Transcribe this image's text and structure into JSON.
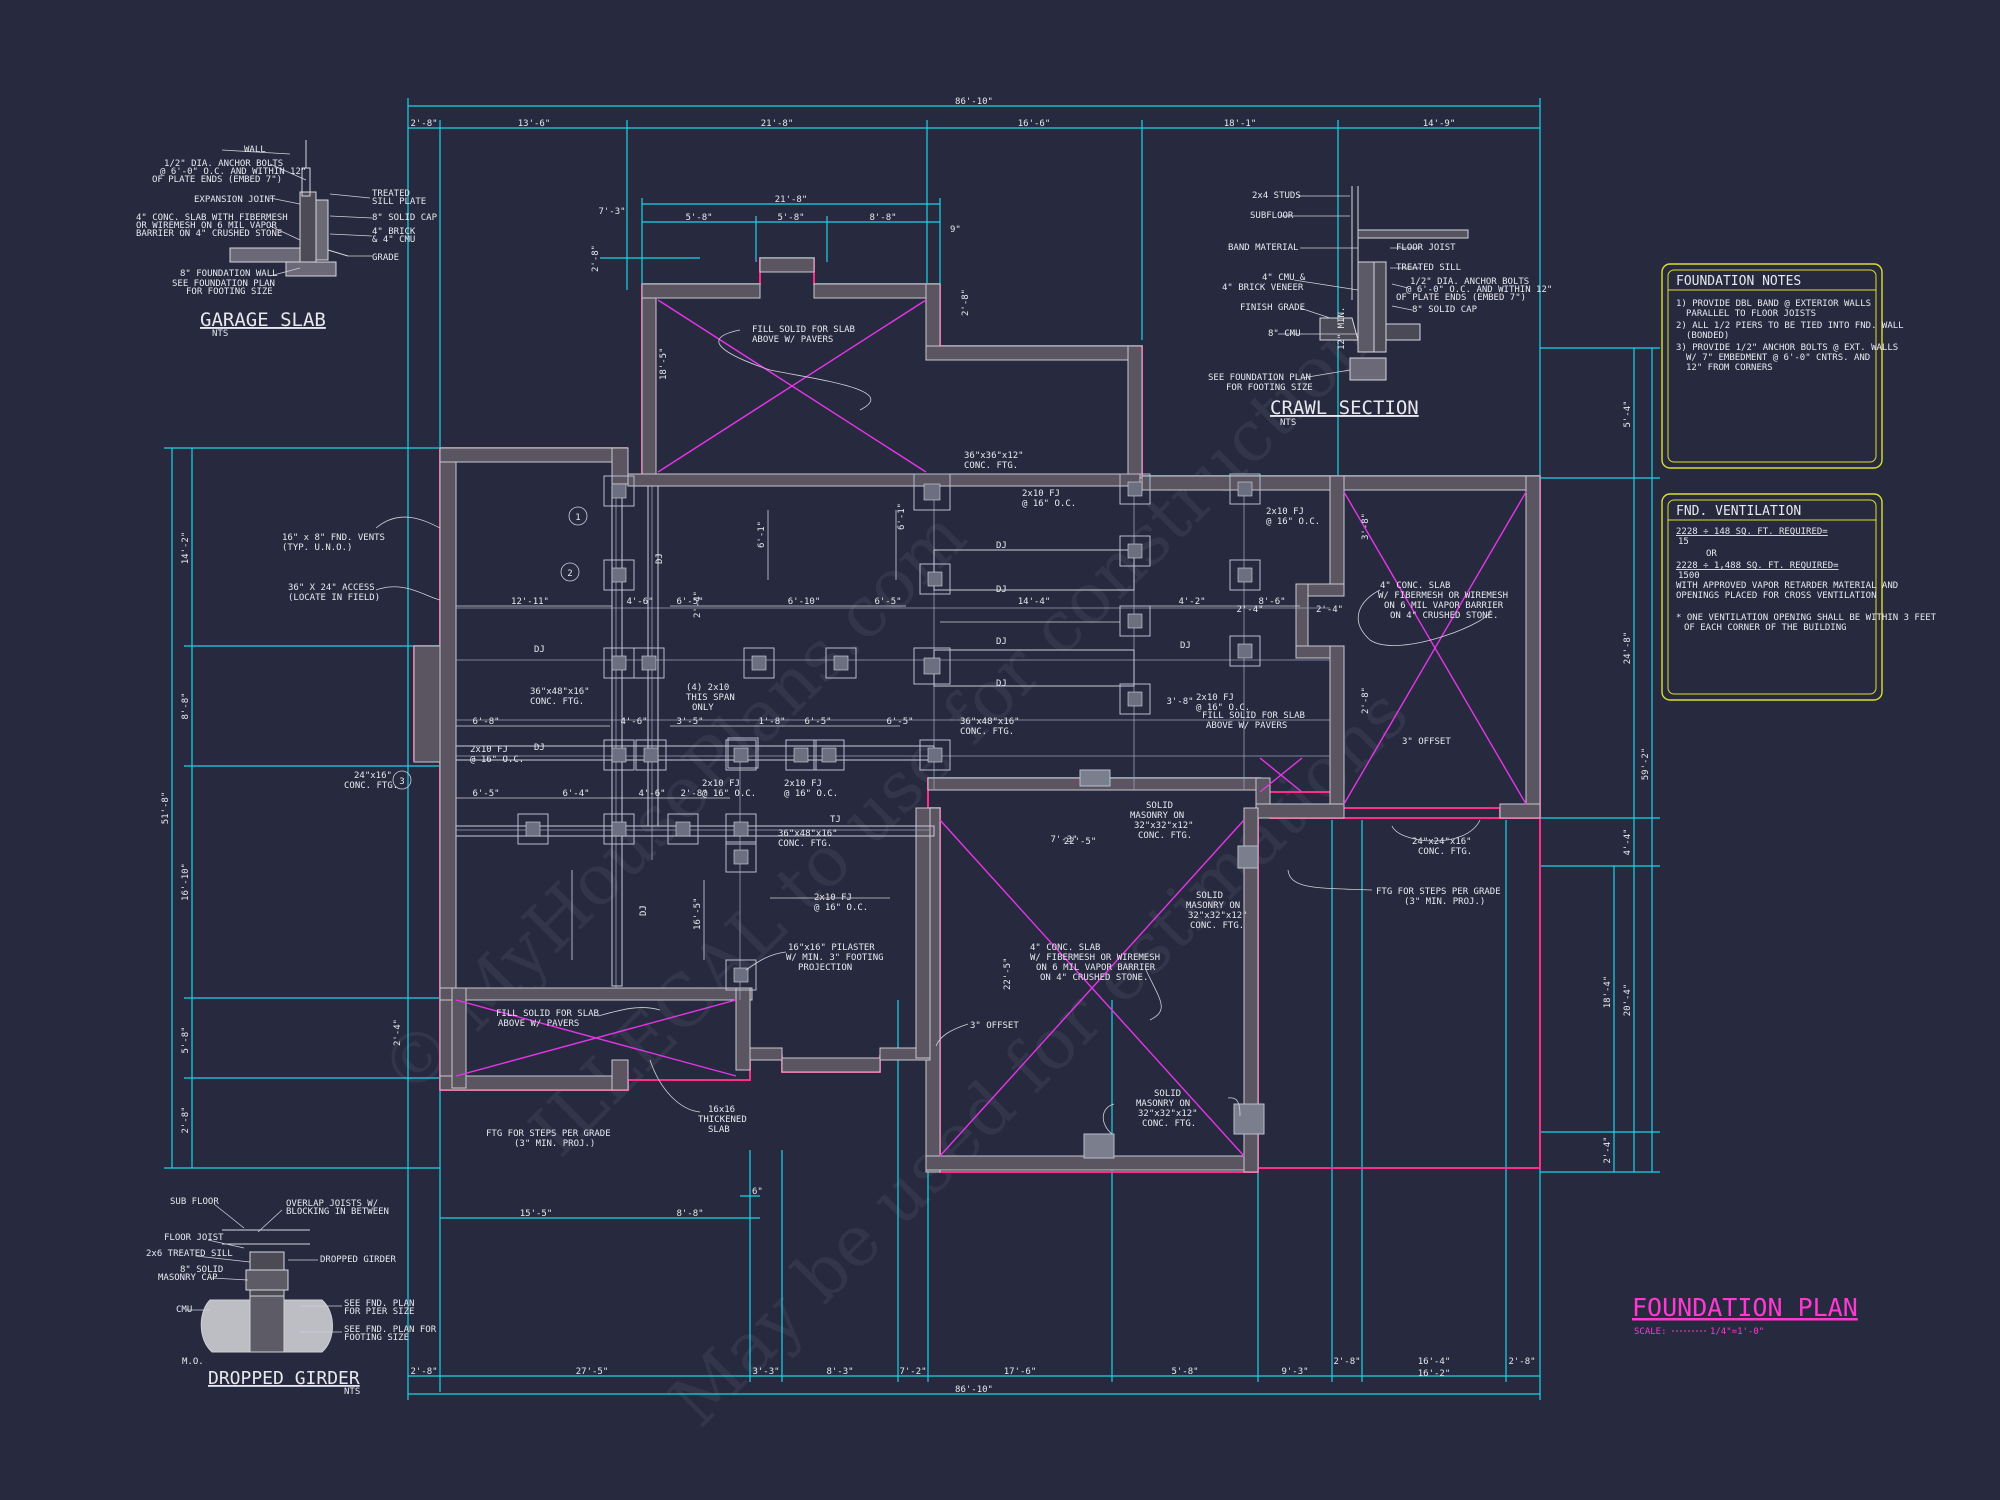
{
  "title": {
    "main": "FOUNDATION PLAN",
    "scale_label": "SCALE:",
    "scale_value": "1/4\"=1'-0\""
  },
  "watermark": [
    "© MyHousePlans.com",
    "ILLEGAL to use for construction",
    "May be used for estimations"
  ],
  "dims_top": {
    "overall": "86'-10\"",
    "segments": [
      "2'-8\"",
      "13'-6\"",
      "21'-8\"",
      "16'-6\"",
      "18'-1\"",
      "14'-9\""
    ],
    "bay": "21'-8\"",
    "bay_segs": [
      "5'-8\"",
      "5'-8\"",
      "8'-8\""
    ],
    "small": [
      "7'-3\"",
      "9\"",
      "2'-8\""
    ]
  },
  "dims_bottom": {
    "overall": "86'-10\"",
    "segments": [
      "2'-8\"",
      "27'-5\"",
      "3'-3\"",
      "8'-3\"",
      "7'-2\"",
      "17'-6\"",
      "5'-8\"",
      "9'-3\"",
      "2'-8\"",
      "16'-4\"",
      "2'-8\""
    ],
    "upper": [
      "15'-5\"",
      "8'-8\"",
      "16'-2\"",
      "6\""
    ]
  },
  "dims_left": {
    "overall": "51'-8\"",
    "segments": [
      "14'-2\"",
      "8'-8\"",
      "16'-10\"",
      "5'-8\"",
      "2'-8\""
    ]
  },
  "dims_right": {
    "overall": "59'-2\"",
    "segments": [
      "5'-4\"",
      "24'-8\"",
      "18'-4\"",
      "2'-4\"",
      "4'-4\"",
      "20'-4\""
    ]
  },
  "notes_plan": [
    "16\" x 8\" FND. VENTS",
    "(TYP. U.N.O.)",
    "36\" X 24\" ACCESS",
    "(LOCATE IN FIELD)",
    "FILL SOLID FOR SLAB",
    "ABOVE W/ PAVERS",
    "36\"x36\"x12\"",
    "CONC. FTG.",
    "2x10 FJ",
    "@ 16\" O.C.",
    "(4) 2x10",
    "THIS SPAN",
    "ONLY",
    "36\"x48\"x16\"",
    "CONC. FTG.",
    "24\"x16\"",
    "CONC. FTG.",
    "16\"x16\" PILASTER",
    "W/ MIN. 3\" FOOTING",
    "PROJECTION",
    "4\" CONC. SLAB",
    "W/ FIBERMESH OR WIREMESH",
    "ON 6 MIL VAPOR BARRIER",
    "ON 4\" CRUSHED STONE.",
    "3\" OFFSET",
    "SOLID",
    "MASONRY ON",
    "32\"x32\"x12\"",
    "24\"x24\"x16\"",
    "FTG FOR STEPS PER GRADE",
    "(3\" MIN. PROJ.)",
    "16x16",
    "THICKENED",
    "SLAB",
    "DJ",
    "TJ",
    "1",
    "2",
    "3"
  ],
  "interior_dims": [
    "12'-11\"",
    "4'-6\"",
    "6'-5\"",
    "6'-10\"",
    "6'-5\"",
    "14'-4\"",
    "4'-2\"",
    "8'-6\"",
    "2'-4\"",
    "6'-8\"",
    "4'-6\"",
    "3'-5\"",
    "1'-8\"",
    "6'-5\"",
    "6'-4\"",
    "4'-6\"",
    "2'-8\"",
    "3'-8\"",
    "7'-3\"",
    "6'-1\"",
    "2'-4\"",
    "18'-5\"",
    "16'-5\"",
    "22'-5\""
  ],
  "garage_slab": {
    "title": "GARAGE SLAB",
    "nts": "NTS",
    "labels": [
      "WALL",
      "1/2\" DIA. ANCHOR BOLTS",
      "@ 6'-0\" O.C. AND WITHIN 12\"",
      "OF PLATE ENDS (EMBED 7\")",
      "EXPANSION JOINT",
      "4\" CONC. SLAB WITH FIBERMESH",
      "OR WIREMESH ON 6 MIL VAPOR",
      "BARRIER ON 4\" CRUSHED STONE",
      "8\" FOUNDATION WALL",
      "SEE FOUNDATION PLAN",
      "FOR FOOTING SIZE",
      "TREATED",
      "SILL PLATE",
      "8\" SOLID CAP",
      "4\" BRICK",
      "& 4\" CMU",
      "GRADE"
    ]
  },
  "crawl_section": {
    "title": "CRAWL SECTION",
    "nts": "NTS",
    "labels": [
      "2x4 STUDS",
      "SUBFLOOR",
      "BAND MATERIAL",
      "4\" CMU &",
      "4\" BRICK VENEER",
      "FINISH GRADE",
      "8\" CMU",
      "SEE FOUNDATION PLAN",
      "FOR FOOTING SIZE",
      "FLOOR JOIST",
      "TREATED SILL",
      "1/2\" DIA. ANCHOR BOLTS",
      "@ 6'-0\" O.C. AND WITHIN 12\"",
      "OF PLATE ENDS (EMBED 7\")",
      "8\" SOLID CAP",
      "12\" MIN."
    ]
  },
  "dropped_girder": {
    "title": "DROPPED GIRDER",
    "nts": "NTS",
    "mo": "M.O.",
    "labels": [
      "SUB FLOOR",
      "FLOOR JOIST",
      "2x6 TREATED SILL",
      "8\" SOLID",
      "MASONRY CAP",
      "CMU",
      "OVERLAP JOISTS W/",
      "BLOCKING IN BETWEEN",
      "DROPPED GIRDER",
      "SEE FND. PLAN",
      "FOR PIER SIZE",
      "SEE FND. PLAN FOR",
      "FOOTING SIZE"
    ]
  },
  "foundation_notes": {
    "title": "FOUNDATION NOTES",
    "items": [
      "1) PROVIDE DBL BAND @ EXTERIOR WALLS",
      "PARALLEL TO FLOOR JOISTS",
      "2) ALL 1/2 PIERS TO BE TIED INTO FND. WALL",
      "(BONDED)",
      "3) PROVIDE 1/2\" ANCHOR BOLTS @ EXT. WALLS",
      "W/ 7\" EMBEDMENT @ 6'-0\" CNTRS. AND",
      "12\" FROM CORNERS"
    ]
  },
  "fnd_ventilation": {
    "title": "FND. VENTILATION",
    "items": [
      "2228 ÷ 148 SQ. FT. REQUIRED=",
      "15",
      "OR",
      "2228 ÷ 1,488 SQ. FT. REQUIRED=",
      "1500",
      "WITH APPROVED VAPOR RETARDER MATERIAL AND",
      "OPENINGS PLACED FOR CROSS VENTILATION",
      "* ONE VENTILATION OPENING SHALL BE WITHIN 3 FEET",
      "OF EACH CORNER OF THE BUILDING"
    ]
  },
  "colors": {
    "background": "#272a3f",
    "dimension": "#19d3e8",
    "wall_outline": "#ff2d8a",
    "x_marks": "#e535e8",
    "notes_box": "#dede2a",
    "title": "#ff38d2"
  }
}
